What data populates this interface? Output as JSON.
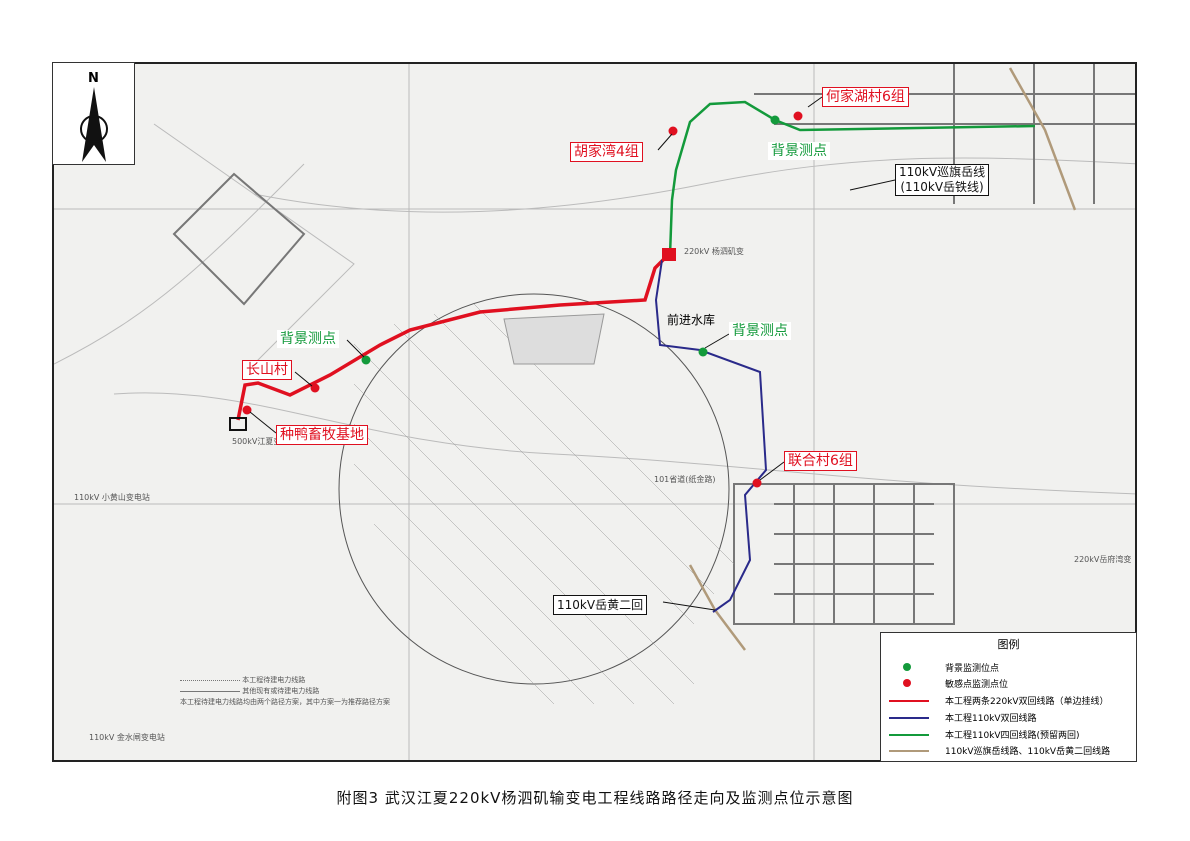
{
  "north_label": "N",
  "caption": "附图3 武汉江夏220kV杨泗矶输变电工程线路路径走向及监测点位示意图",
  "labels": {
    "hejiahu": "何家湖村6组",
    "hujiawan": "胡家湾4组",
    "bg1": "背景测点",
    "xunqi1": "110kV巡旗岳线",
    "xunqi2": "(110kV岳铁线)",
    "bg2": "背景测点",
    "changshan": "长山村",
    "zhongya": "种鸭畜牧基地",
    "qianjin": "前进水库",
    "bg3": "背景测点",
    "lianhe": "联合村6组",
    "yuehuang": "110kV岳黄二回"
  },
  "map_text": {
    "jiangxia": "500kV江夏变",
    "xiaohuangshan": "110kV 小黄山变电站",
    "jinshuizha": "110kV 金水闸变电站",
    "yangsiji": "220kV 杨泗矶变",
    "road101": "101省道(纸金路)",
    "xianfeng": "220kV岳府湾变"
  },
  "notes": {
    "line1": "本工程待建电力线路",
    "line2": "其他现有或待建电力线路",
    "line3": "本工程待建电力线路均由两个路径方案，其中方案一为推荐路径方案"
  },
  "legend": {
    "title": "图例",
    "items": [
      {
        "label": "背景监测位点",
        "color": "#139a3b",
        "type": "dot"
      },
      {
        "label": "敏感点监测点位",
        "color": "#e01020",
        "type": "dot"
      },
      {
        "label": "本工程两条220kV双回线路（单边挂线）",
        "color": "#e01020",
        "type": "line"
      },
      {
        "label": "本工程110kV双回线路",
        "color": "#2a2a8a",
        "type": "line"
      },
      {
        "label": "本工程110kV四回线路(预留两回)",
        "color": "#139a3b",
        "type": "line"
      },
      {
        "label": "110kV巡旗岳线路、110kV岳黄二回线路",
        "color": "#b09a7a",
        "type": "line"
      }
    ]
  }
}
